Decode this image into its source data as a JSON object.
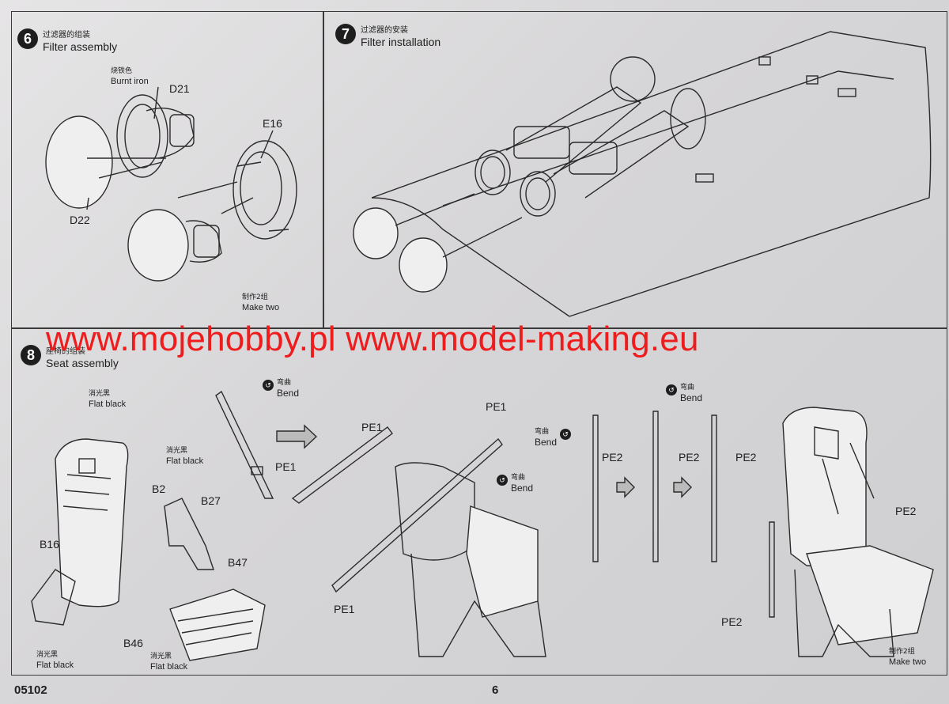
{
  "page": {
    "catalog_code": "05102",
    "page_number": "6"
  },
  "watermark": "www.mojehobby.pl www.model-making.eu",
  "step6": {
    "number": "6",
    "title_cn": "过滤器的组装",
    "title_en": "Filter assembly",
    "paint_cn": "烧铁色",
    "paint_en": "Burnt iron",
    "parts": {
      "d21": "D21",
      "e16": "E16",
      "d22": "D22"
    },
    "note_cn": "制作2组",
    "note_en": "Make two"
  },
  "step7": {
    "number": "7",
    "title_cn": "过滤器的安装",
    "title_en": "Filter installation"
  },
  "step8": {
    "number": "8",
    "title_cn": "座椅的组装",
    "title_en": "Seat assembly",
    "paint_cn": "消光黑",
    "paint_en": "Flat black",
    "parts": {
      "b2": "B2",
      "b27": "B27",
      "b16": "B16",
      "b47": "B47",
      "b46": "B46",
      "pe1_a": "PE1",
      "pe1_b": "PE1",
      "pe1_c": "PE1",
      "pe1_d": "PE1",
      "pe2_a": "PE2",
      "pe2_b": "PE2",
      "pe2_c": "PE2",
      "pe2_d": "PE2",
      "pe2_e": "PE2"
    },
    "bend_cn": "弯曲",
    "bend_en": "Bend",
    "note_cn": "制作2组",
    "note_en": "Make two"
  },
  "icons": [
    "bend-icon",
    "arrow-right-icon"
  ]
}
